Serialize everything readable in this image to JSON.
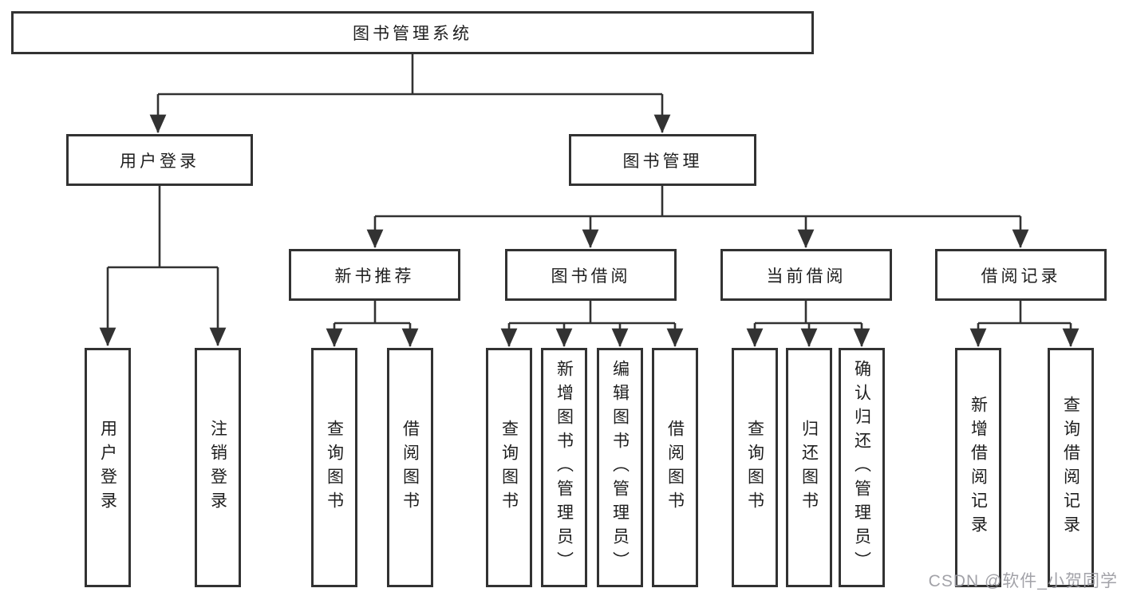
{
  "diagram": {
    "title": "图书管理系统",
    "branches": [
      {
        "label": "用户登录",
        "children": [
          {
            "label": "用户登录"
          },
          {
            "label": "注销登录"
          }
        ]
      },
      {
        "label": "图书管理",
        "children": [
          {
            "label": "新书推荐",
            "children": [
              {
                "label": "查询图书"
              },
              {
                "label": "借阅图书"
              }
            ]
          },
          {
            "label": "图书借阅",
            "children": [
              {
                "label": "查询图书"
              },
              {
                "label": "新增图书（管理员）"
              },
              {
                "label": "编辑图书（管理员）"
              },
              {
                "label": "借阅图书"
              }
            ]
          },
          {
            "label": "当前借阅",
            "children": [
              {
                "label": "查询图书"
              },
              {
                "label": "归还图书"
              },
              {
                "label": "确认归还（管理员）"
              }
            ]
          },
          {
            "label": "借阅记录",
            "children": [
              {
                "label": "新增借阅记录"
              },
              {
                "label": "查询借阅记录"
              }
            ]
          }
        ]
      }
    ]
  },
  "watermark": {
    "text": "CSDN @软件_小贺同学",
    "color": "#9b9ba1"
  },
  "colors": {
    "line": "#323232",
    "border": "#323232",
    "text": "#1e1e1e",
    "background": "#ffffff"
  }
}
